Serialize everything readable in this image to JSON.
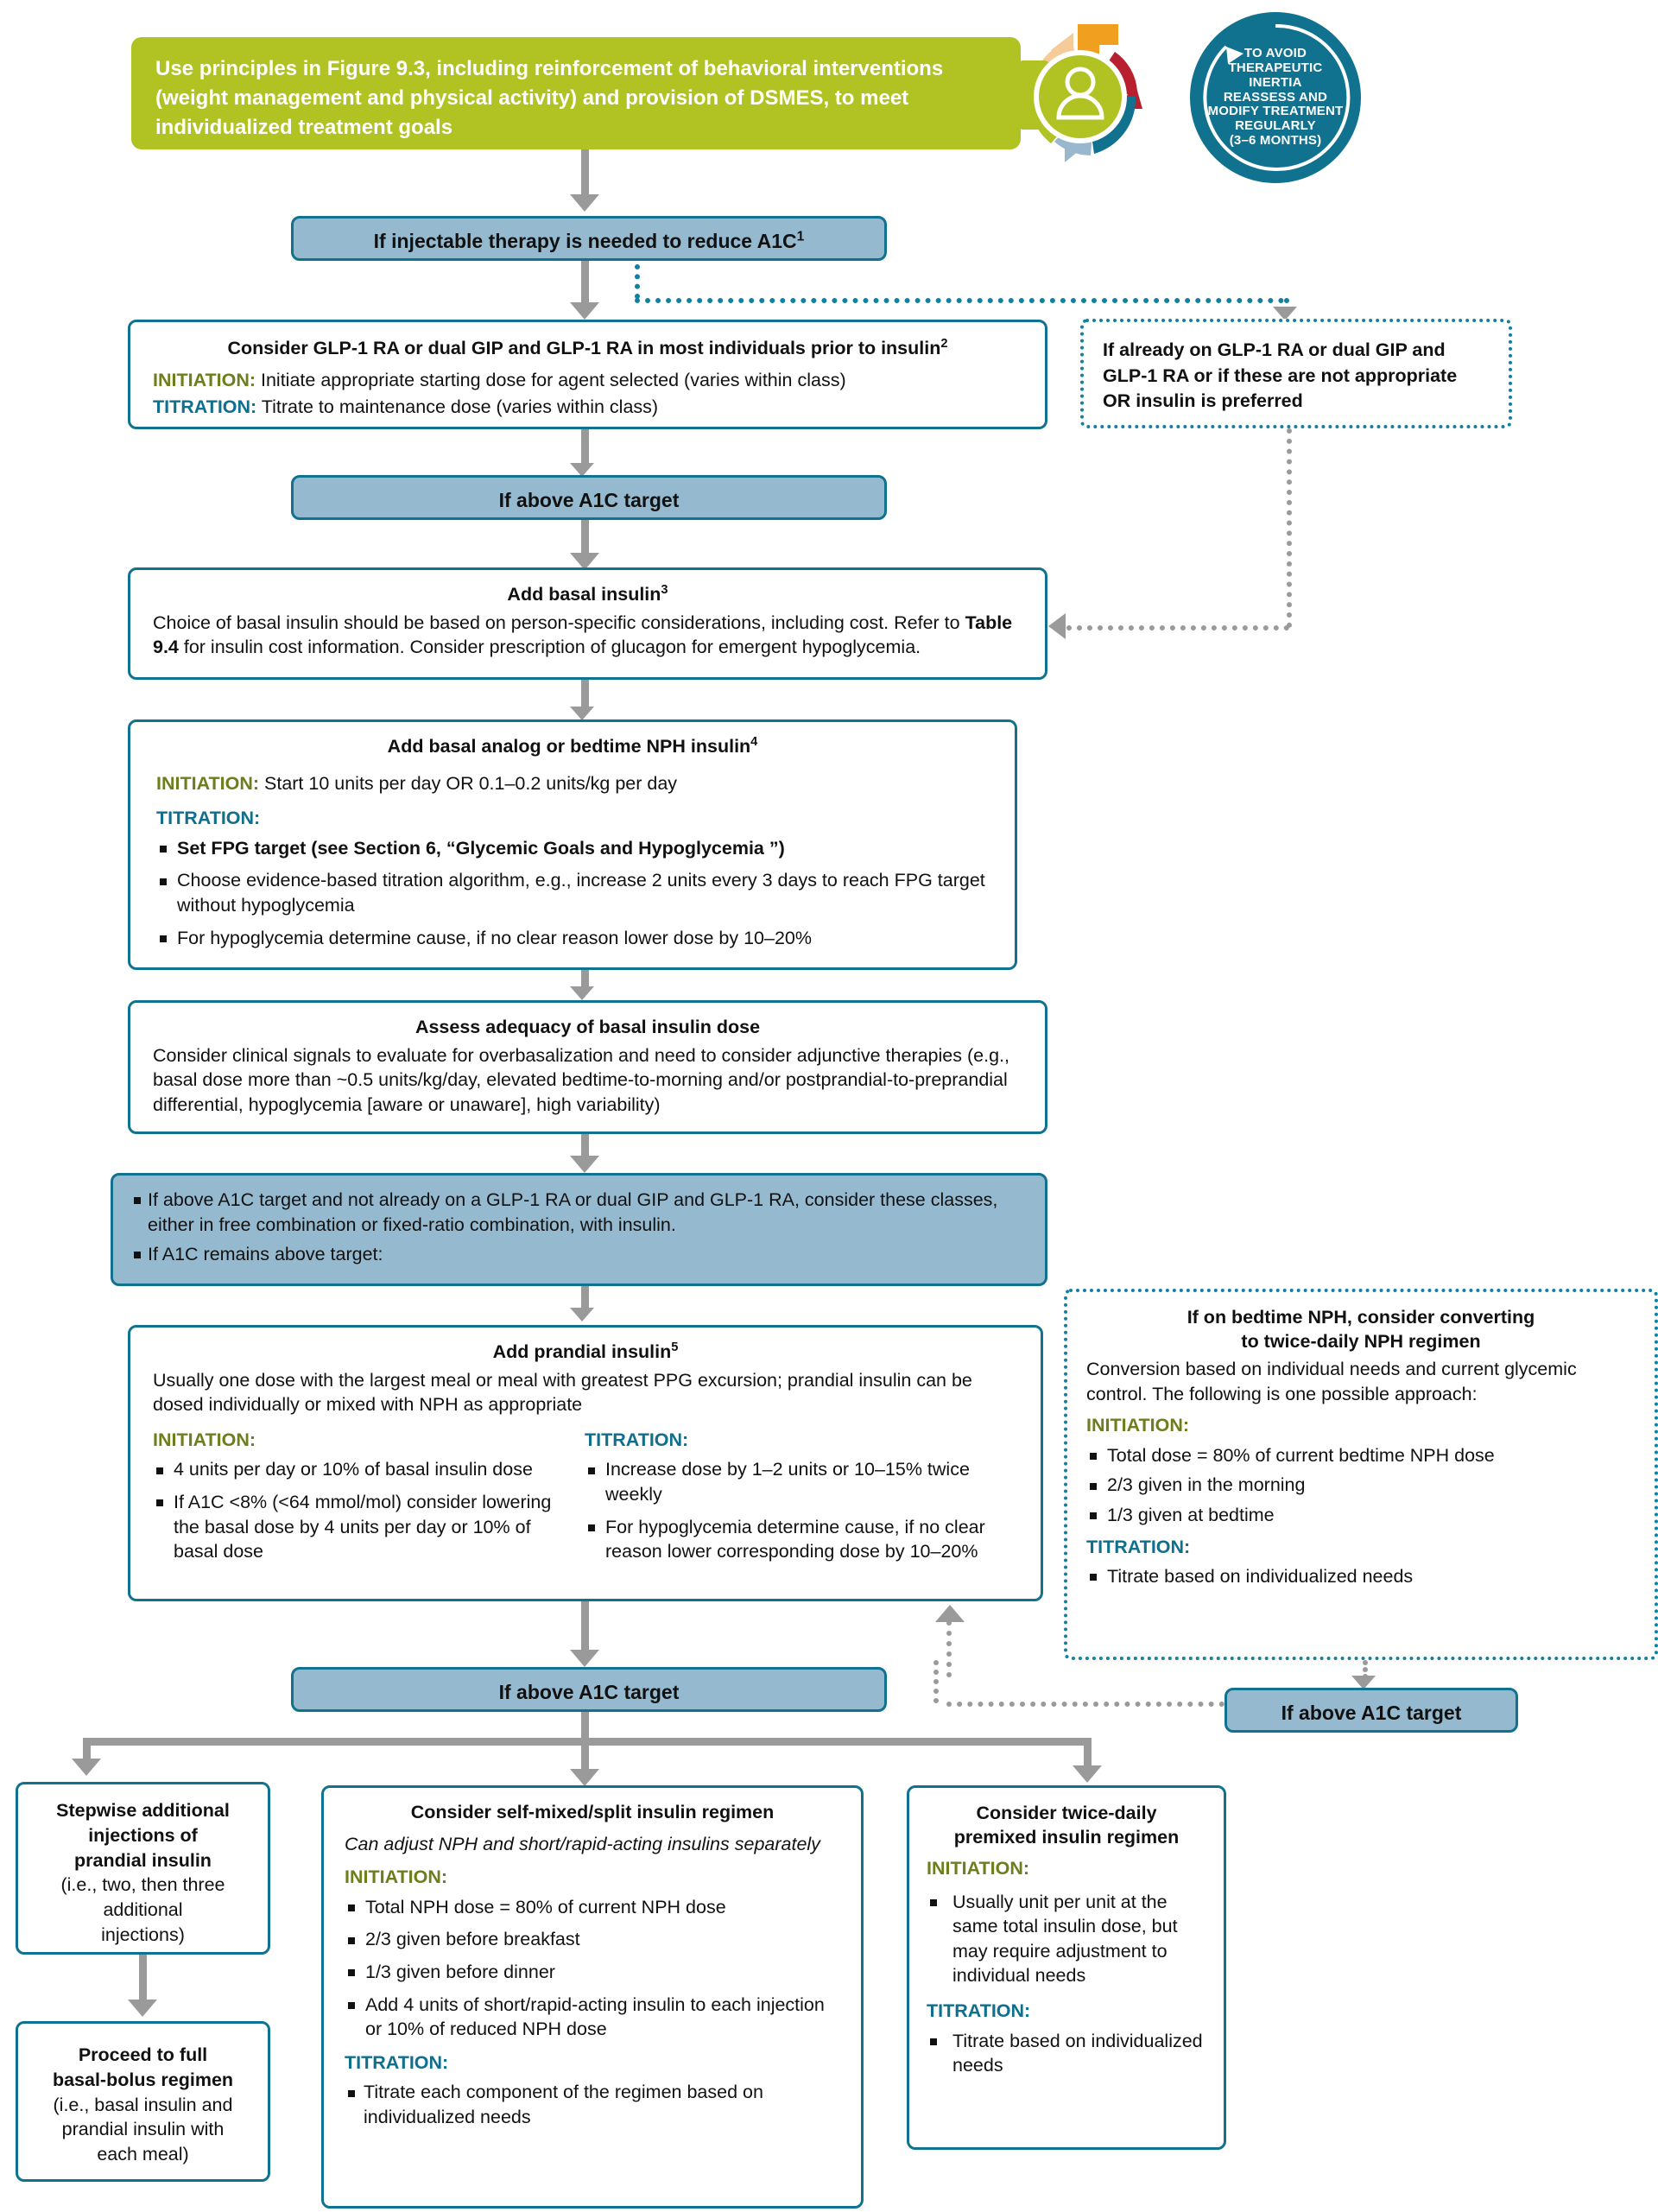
{
  "colors": {
    "green_banner": "#b0c322",
    "teal_border": "#10728f",
    "blue_fill": "#95b9cf",
    "initiation_label": "#6f7d1c",
    "titration_label": "#0f6f8c",
    "connector_gray": "#9a9a9a",
    "badge_blue": "#10728f",
    "cycle_orange": "#f0a01e",
    "cycle_red": "#b9202f",
    "cycle_lightblue": "#9ab8cd",
    "cycle_peach": "#f6cb9a",
    "cycle_green": "#b0c322"
  },
  "banner": {
    "text": "Use principles in Figure 9.3, including reinforcement of behavioral interventions (weight management and physical activity) and provision of DSMES, to meet individualized treatment goals"
  },
  "badge": {
    "lines": [
      "TO AVOID",
      "THERAPEUTIC",
      "INERTIA",
      "REASSESS AND",
      "MODIFY TREATMENT",
      "REGULARLY",
      "(3–6 MONTHS)"
    ],
    "person_icon": "person-icon",
    "cycle_icon": "cycle-arrows-icon"
  },
  "nodes": {
    "injectable": {
      "text": "If injectable therapy is needed to reduce A1C",
      "sup": "1"
    },
    "glp1": {
      "title_a": "Consider GLP-1 RA or ",
      "title_b": "dual GIP and GLP-1 RA",
      "title_c": " in most individuals prior to insulin",
      "sup": "2",
      "initiation_label": "INITIATION:",
      "initiation_text": " Initiate appropriate starting dose for agent selected (varies within class)",
      "titration_label": "TITRATION:",
      "titration_text": " Titrate to maintenance dose (varies within class)"
    },
    "already_on": {
      "text": "If already on GLP-1 RA or dual GIP and GLP-1 RA or if these are not appropriate OR insulin is preferred"
    },
    "above_a1c_1": {
      "text": "If above A1C target"
    },
    "add_basal": {
      "title": "Add basal insulin",
      "sup": "3",
      "body_a": "Choice of basal insulin should be based on person-specific considerations, including cost. Refer to ",
      "body_b": "Table 9.4",
      "body_c": " for insulin cost information. Consider prescription of glucagon for emergent hypoglycemia."
    },
    "basal_analog": {
      "title": "Add basal analog or bedtime NPH insulin",
      "sup": "4",
      "initiation_label": "INITIATION:",
      "initiation_text": " Start 10 units per day OR 0.1–0.2 units/kg per day",
      "titration_label": "TITRATION:",
      "bullets": [
        "Set FPG target (see Section 6, “Glycemic Goals and Hypoglycemia ”)",
        "Choose evidence-based titration algorithm, e.g., increase 2 units every 3 days to reach FPG target without hypoglycemia",
        "For hypoglycemia determine cause, if no clear reason lower dose by 10–20%"
      ],
      "first_bullet_bold": true
    },
    "assess": {
      "title": "Assess adequacy of basal insulin dose",
      "body": "Consider clinical signals to evaluate for overbasalization and need to consider adjunctive therapies (e.g., basal dose more than ~0.5 units/kg/day, elevated bedtime-to-morning and/or postprandial-to-preprandial differential, hypoglycemia [aware or unaware], high variability)"
    },
    "above_target_combo": {
      "bullets": [
        "If above A1C target and not already on a GLP-1 RA or dual GIP and GLP-1 RA, consider these classes, either in free combination or fixed-ratio combination, with insulin.",
        "If A1C remains above target:"
      ]
    },
    "prandial": {
      "title": "Add prandial insulin",
      "sup": "5",
      "body": "Usually one dose with the largest meal or meal with greatest PPG excursion; prandial insulin can be dosed individually or mixed with NPH as appropriate",
      "initiation_label": "INITIATION:",
      "initiation_bullets": [
        "4 units per day or 10% of basal insulin dose",
        "If A1C <8% (<64 mmol/mol) consider lowering the basal dose by 4 units per day or 10% of basal dose"
      ],
      "titration_label": "TITRATION:",
      "titration_bullets": [
        "Increase dose by 1–2 units or 10–15% twice weekly",
        "For hypoglycemia determine cause, if no clear reason lower corresponding dose by 10–20%"
      ]
    },
    "bedtime_nph": {
      "title_line1": "If on bedtime NPH, consider converting",
      "title_line2": "to twice-daily NPH regimen",
      "body": "Conversion based on individual needs and current glycemic control. The following is one possible approach:",
      "initiation_label": "INITIATION:",
      "initiation_bullets": [
        "Total dose = 80% of current bedtime NPH dose",
        "2/3 given in the morning",
        "1/3 given at bedtime"
      ],
      "titration_label": "TITRATION:",
      "titration_bullets": [
        "Titrate based on individualized needs"
      ]
    },
    "above_a1c_2": {
      "text": "If above A1C target"
    },
    "above_a1c_3": {
      "text": "If above A1C target"
    },
    "stepwise": {
      "lines": [
        "Stepwise additional",
        "injections of",
        "prandial insulin",
        "(i.e., two, then three",
        "additional",
        "injections)"
      ],
      "bold_lines": 3
    },
    "basal_bolus": {
      "lines": [
        "Proceed to full",
        "basal-bolus regimen",
        "(i.e., basal insulin and",
        "prandial insulin with",
        "each meal)"
      ],
      "bold_lines": 2
    },
    "self_mixed": {
      "title": "Consider self-mixed/split insulin regimen",
      "subtitle": "Can adjust NPH and short/rapid-acting insulins separately",
      "initiation_label": "INITIATION:",
      "initiation_bullets": [
        "Total NPH dose = 80% of current NPH dose",
        "2/3 given before breakfast",
        "1/3 given before dinner",
        "Add 4 units of short/rapid-acting insulin to each injection or 10% of reduced NPH dose"
      ],
      "titration_label": "TITRATION:",
      "titration_bullets": [
        "Titrate each component of the regimen based on individualized needs"
      ]
    },
    "premixed": {
      "title_line1": "Consider twice-daily",
      "title_line2": "premixed insulin regimen",
      "initiation_label": "INITIATION:",
      "initiation_bullets": [
        "Usually unit per unit at the same total insulin dose, but may require adjustment to individual needs"
      ],
      "titration_label": "TITRATION:",
      "titration_bullets": [
        "Titrate based on individualized needs"
      ]
    }
  }
}
